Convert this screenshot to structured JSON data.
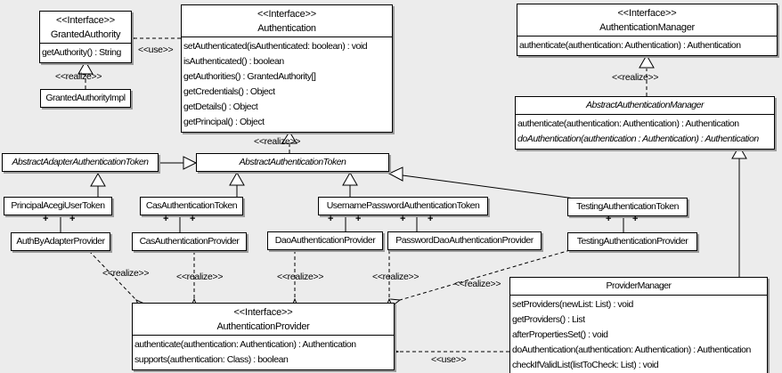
{
  "diagram": {
    "labels": {
      "use": "<<use>>",
      "realize": "<<realize>>",
      "plus": "+"
    },
    "classes": {
      "granted_authority": {
        "stereotype": "<<Interface>>",
        "name": "GrantedAuthority",
        "methods": [
          "getAuthority() : String"
        ]
      },
      "granted_authority_impl": {
        "name": "GrantedAuthorityImpl"
      },
      "authentication": {
        "stereotype": "<<Interface>>",
        "name": "Authentication",
        "methods": [
          "setAuthenticated(isAuthenticated: boolean) : void",
          "isAuthenticated() : boolean",
          "getAuthorities() : GrantedAuthority[]",
          "getCredentials() : Object",
          "getDetails() : Object",
          "getPrincipal() : Object"
        ]
      },
      "authentication_manager": {
        "stereotype": "<<Interface>>",
        "name": "AuthenticationManager",
        "methods": [
          "authenticate(authentication: Authentication) : Authentication"
        ]
      },
      "abstract_authentication_manager": {
        "name": "AbstractAuthenticationManager",
        "methods": [
          "authenticate(authentication: Authentication) : Authentication",
          "doAuthentication(authentication : Authentication) : Authentication"
        ]
      },
      "abstract_adapter_authentication_token": {
        "name": "AbstractAdapterAuthenticationToken"
      },
      "abstract_authentication_token": {
        "name": "AbstractAuthenticationToken"
      },
      "principal_acegi_user_token": {
        "name": "PrincipalAcegiUserToken"
      },
      "cas_authentication_token": {
        "name": "CasAuthenticationToken"
      },
      "username_password_authentication_token": {
        "name": "UsernamePasswordAuthenticationToken"
      },
      "testing_authentication_token": {
        "name": "TestingAuthenticationToken"
      },
      "auth_by_adapter_provider": {
        "name": "AuthByAdapterProvider"
      },
      "cas_authentication_provider": {
        "name": "CasAuthenticationProvider"
      },
      "dao_authentication_provider": {
        "name": "DaoAuthenticationProvider"
      },
      "password_dao_authentication_provider": {
        "name": "PasswordDaoAuthenticationProvider"
      },
      "testing_authentication_provider": {
        "name": "TestingAuthenticationProvider"
      },
      "authentication_provider": {
        "stereotype": "<<Interface>>",
        "name": "AuthenticationProvider",
        "methods": [
          "authenticate(authentication: Authentication) : Authentication",
          "supports(authentication: Class) : boolean"
        ]
      },
      "provider_manager": {
        "name": "ProviderManager",
        "methods": [
          "setProviders(newList: List) : void",
          "getProviders() : List",
          "afterPropertiesSet() : void",
          "doAuthentication(authentication: Authentication) : Authentication",
          "checkIfValidList(listToCheck: List) : void"
        ]
      }
    }
  }
}
